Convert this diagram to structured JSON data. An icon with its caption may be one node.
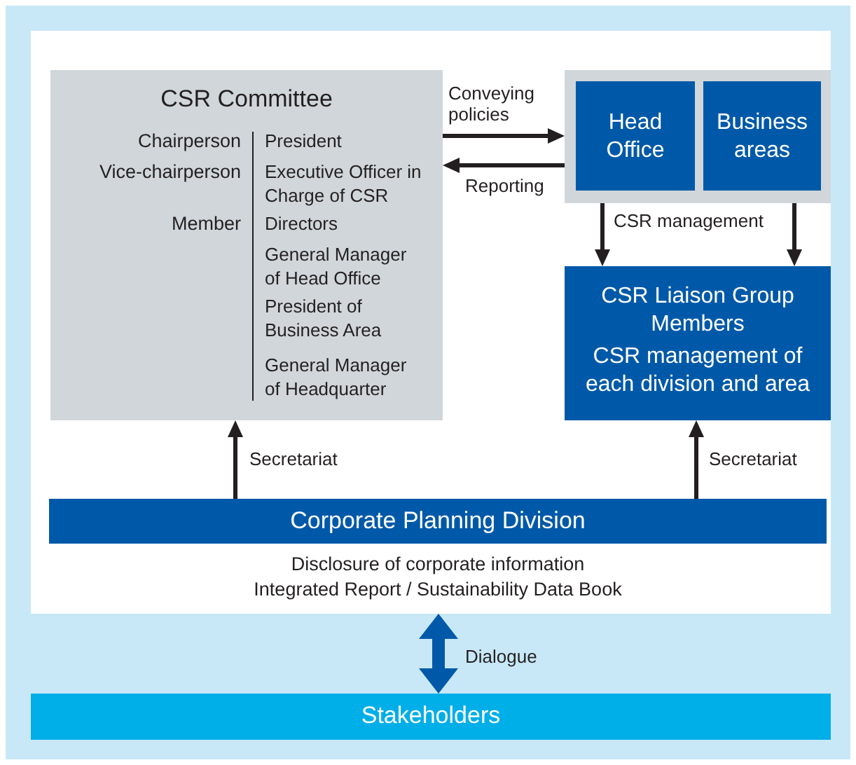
{
  "diagram": {
    "nodes": [
      {
        "text": [],
        "shape": "box"
      },
      {
        "text": [
          "CSR Committee",
          "Chairperson",
          "President",
          "Vice-chairperson",
          "Executive Officer in Charge of CSR",
          "Member",
          "Directors",
          "General Manager of Head Office",
          "President of Business Area",
          "General Manager of Headquarter"
        ],
        "in": 0
      },
      {
        "text": [],
        "shape": "box",
        "in": 0
      },
      {
        "text": [
          "Head Office"
        ],
        "in": 2
      },
      {
        "text": [
          "Business areas"
        ],
        "in": 2
      },
      {
        "text": [
          "CSR Liaison Group Members",
          "CSR management of each division and area"
        ],
        "in": 0
      },
      {
        "text": [
          "Corporate Planning Division"
        ],
        "beside": [
          "Disclosure of corporate information",
          "Integrated Report / Sustainability Data Book"
        ],
        "in": 0
      },
      {
        "text": [
          "Stakeholders"
        ]
      }
    ],
    "edges": [
      {
        "from": 1,
        "to": 2,
        "arrow": "to",
        "label": "Conveying policies"
      },
      {
        "from": 2,
        "to": 1,
        "arrow": "to",
        "label": "Reporting"
      },
      {
        "from": 2,
        "to": 5,
        "arrow": "to",
        "label": "CSR management"
      },
      {
        "from": 2,
        "to": 5,
        "arrow": "to"
      },
      {
        "from": 6,
        "to": 1,
        "arrow": "to",
        "label": "Secretariat"
      },
      {
        "from": 6,
        "to": 5,
        "arrow": "to",
        "label": "Secretariat"
      },
      {
        "from": 0,
        "to": 7,
        "arrow": "both",
        "label": "Dialogue",
        "style": "thick",
        "color": "#0059a8"
      }
    ]
  }
}
